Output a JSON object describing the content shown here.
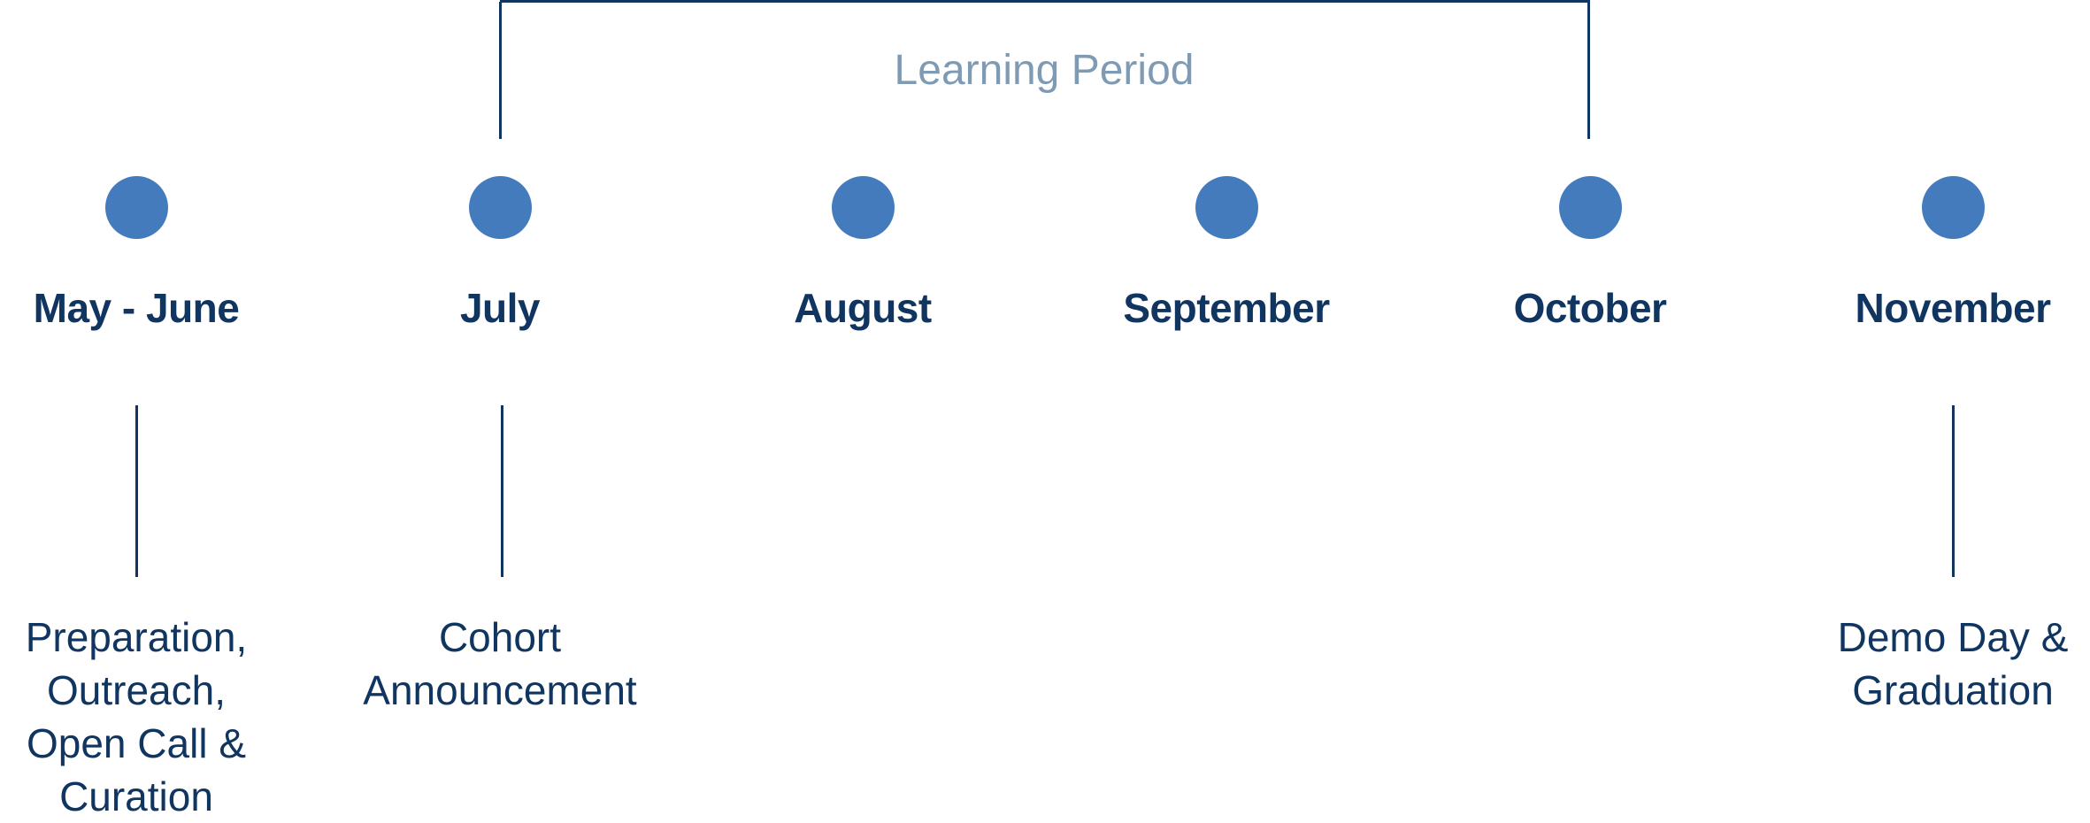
{
  "period_label": "Learning Period",
  "colors": {
    "dot": "#447bbc",
    "text": "#0f3560",
    "period_label": "#7f9bb4"
  },
  "months": [
    {
      "label": "May - June",
      "event_lines": [
        "Preparation,",
        "Outreach,",
        "Open Call &",
        "Curation"
      ]
    },
    {
      "label": "July",
      "event_lines": [
        "Cohort",
        "Announcement"
      ]
    },
    {
      "label": "August",
      "event_lines": []
    },
    {
      "label": "September",
      "event_lines": []
    },
    {
      "label": "October",
      "event_lines": []
    },
    {
      "label": "November",
      "event_lines": [
        "Demo Day &",
        "Graduation"
      ]
    }
  ]
}
